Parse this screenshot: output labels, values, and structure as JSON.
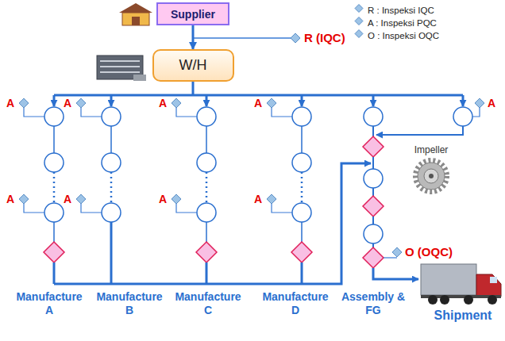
{
  "diagram": {
    "nodes": [
      {
        "text": [
          "Supplier"
        ]
      },
      {
        "text": [
          "W/H"
        ]
      }
    ],
    "edges": [
      {
        "from": 0,
        "to": 1,
        "arrow": "to"
      }
    ],
    "labels": [
      "R (IQC)",
      "A",
      "A",
      "A",
      "A",
      "A",
      "A",
      "A",
      "A",
      "A",
      "Impeller",
      "O (OQC)",
      "Manufacture A",
      "Manufacture B",
      "Manufacture C",
      "Manufacture D",
      "Assembly & FG",
      "Shipment"
    ],
    "legend": [
      {
        "text": "R : Inspeksi IQC"
      },
      {
        "text": "A : Inspeksi PQC"
      },
      {
        "text": "O : Inspeksi OQC"
      }
    ]
  }
}
